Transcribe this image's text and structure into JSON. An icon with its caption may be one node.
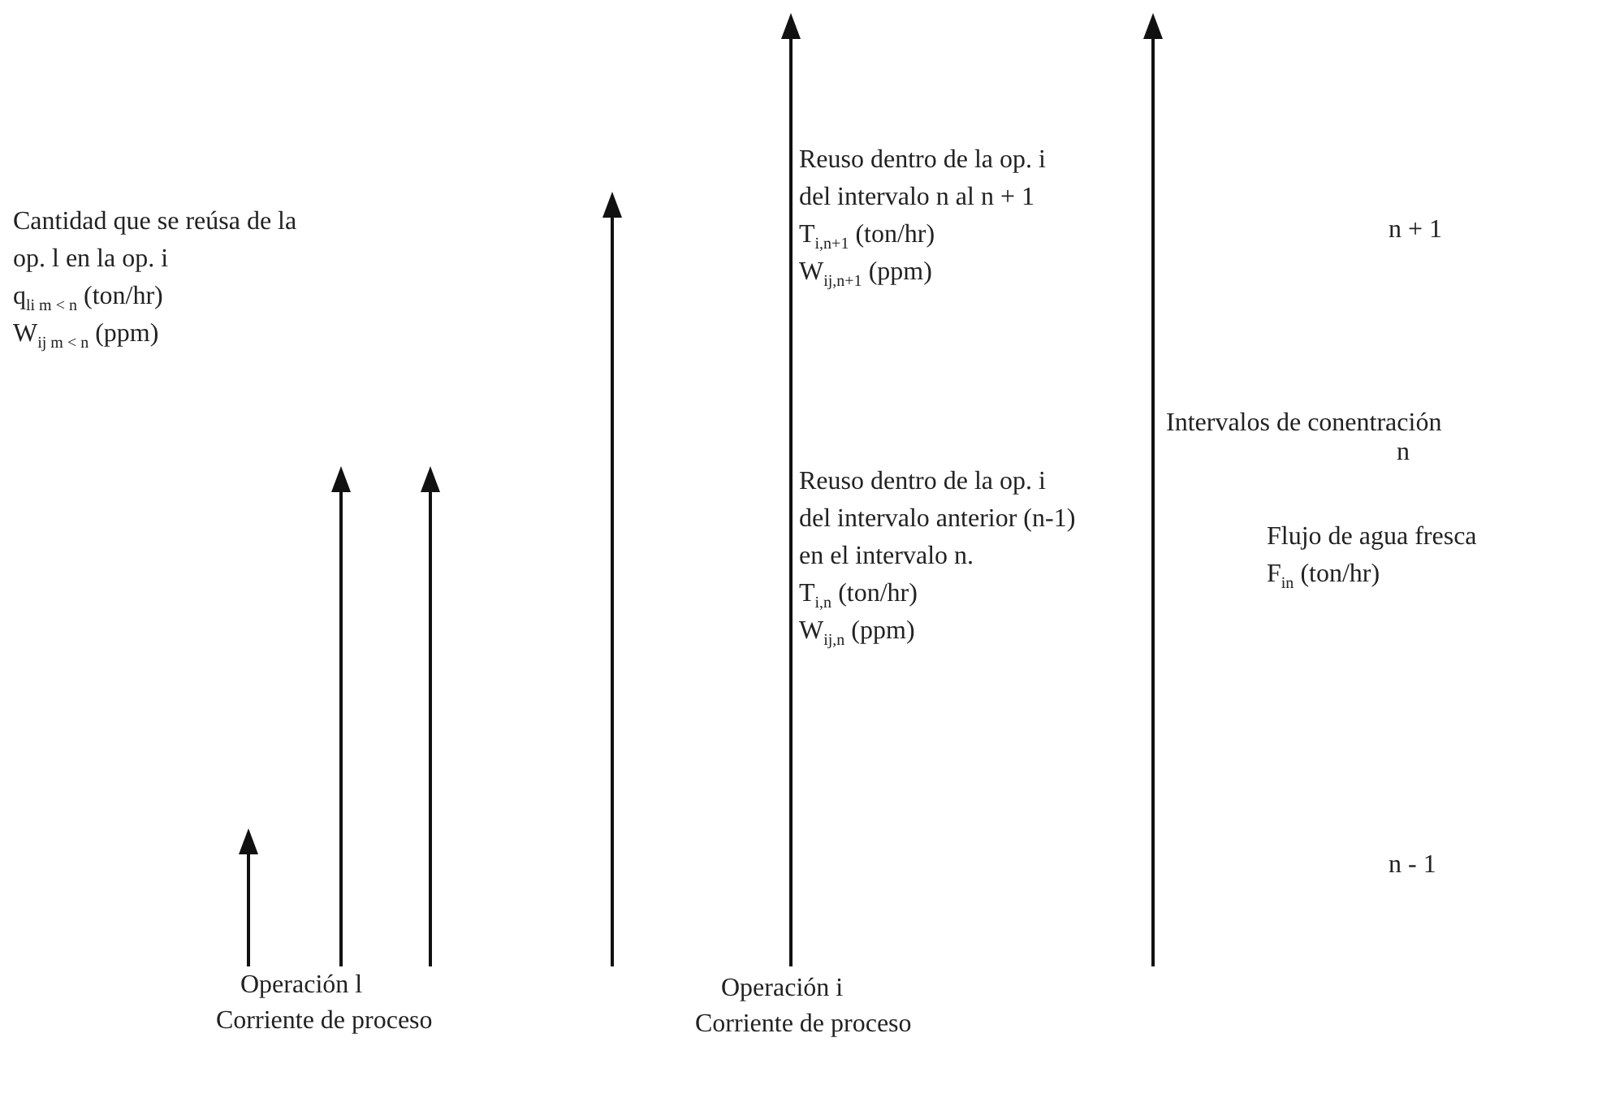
{
  "diagram": {
    "labels": [
      "Cantidad que se reúsa de la",
      "op. l en la op. i",
      "q$_{li m < n}$ (ton/hr)",
      "W$_{ij m < n}$ (ppm)",
      "Reuso dentro de la op. i",
      "del intervalo n al n + 1",
      "T$_{i,n+1}$ (ton/hr)",
      "W$_{ij,n+1}$ (ppm)",
      "n + 1",
      "Intervalos de conentración",
      "n",
      "Reuso dentro de la op. i",
      "del intervalo anterior (n-1)",
      "en el intervalo n.",
      "T$_{i,n}$ (ton/hr)",
      "W$_{ij,n}$ (ppm)",
      "Flujo de agua fresca",
      "F$_{in}$ (ton/hr)",
      "n - 1",
      "Operación l",
      "Corriente de proceso",
      "Operación i",
      "Corriente de proceso"
    ]
  }
}
